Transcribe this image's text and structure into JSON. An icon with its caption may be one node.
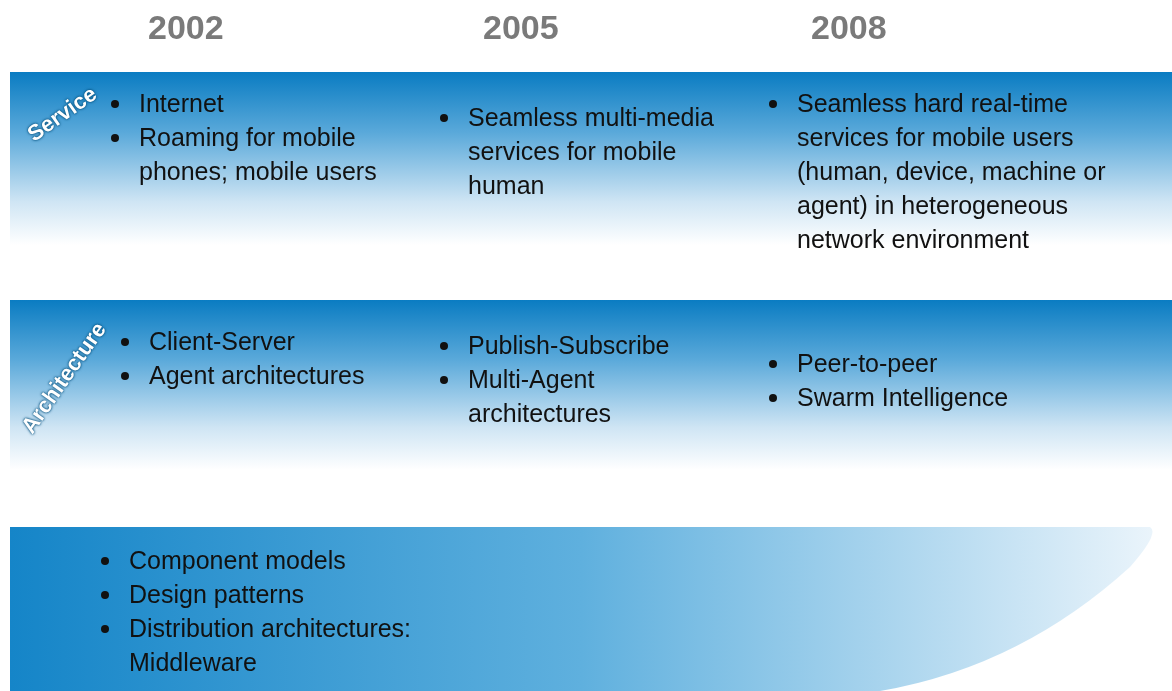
{
  "diagram": {
    "nodes": [
      {
        "text": [
          "Service",
          "Internet",
          "Roaming for mobile phones; mobile users",
          "Seamless multi-media services for mobile human",
          "Seamless hard real-time services for mobile users (human, device, machine or agent) in heterogeneous network environment"
        ]
      },
      {
        "text": [
          "Architecture",
          "Client-Server",
          "Agent architectures",
          "Publish-Subscribe",
          "Multi-Agent architectures",
          "Peer-to-peer",
          "Swarm Intelligence"
        ]
      },
      {
        "text": [
          "Component models",
          "Design patterns",
          "Distribution architectures: Middleware"
        ]
      }
    ],
    "edges": [],
    "labels": [
      "2002",
      "2005",
      "2008"
    ]
  }
}
